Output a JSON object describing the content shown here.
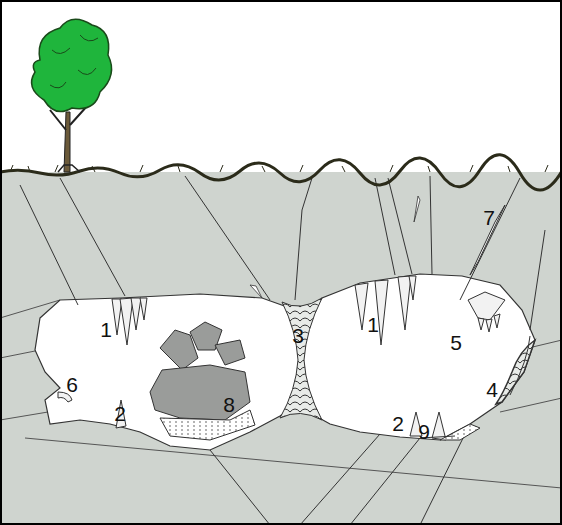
{
  "diagram": {
    "labels": [
      "7",
      "1",
      "3",
      "1",
      "5",
      "6",
      "4",
      "2",
      "8",
      "2",
      "9"
    ]
  }
}
